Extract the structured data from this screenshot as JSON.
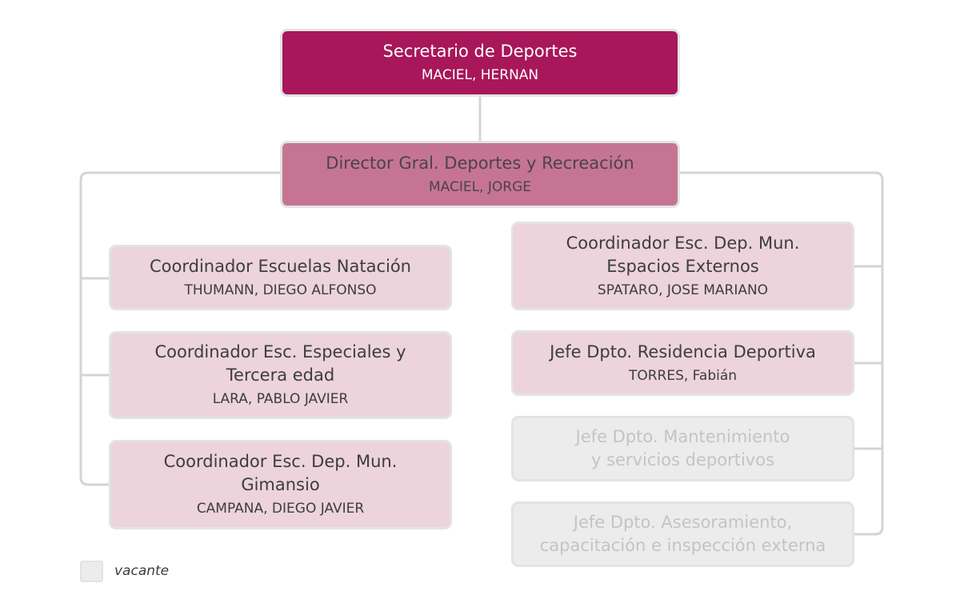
{
  "chart": {
    "secretario": {
      "title": "Secretario de Deportes",
      "name": "MACIEL, HERNAN"
    },
    "director": {
      "title": "Director Gral. Deportes y Recreación",
      "name": "MACIEL, JORGE"
    },
    "left": [
      {
        "title": "Coordinador Escuelas Natación",
        "name": "THUMANN, DIEGO ALFONSO"
      },
      {
        "title": "Coordinador Esc. Especiales y\nTercera edad",
        "name": "LARA, PABLO JAVIER"
      },
      {
        "title": "Coordinador Esc. Dep. Mun.\nGimansio",
        "name": "CAMPANA, DIEGO JAVIER"
      }
    ],
    "right": [
      {
        "title": "Coordinador Esc. Dep. Mun.\nEspacios Externos",
        "name": "SPATARO, JOSE MARIANO"
      },
      {
        "title": "Jefe Dpto. Residencia Deportiva",
        "name": "TORRES, Fabián"
      },
      {
        "title": "Jefe Dpto. Mantenimiento\ny servicios deportivos"
      },
      {
        "title": "Jefe Dpto. Asesoramiento,\ncapacitación e inspección externa"
      }
    ]
  },
  "legend": {
    "label": "vacante"
  },
  "colors": {
    "top": "#a8175a",
    "director": "#c57592",
    "coordinator": "#ecd3dc",
    "vacant": "#ececec",
    "connector": "#d4d4d4"
  }
}
